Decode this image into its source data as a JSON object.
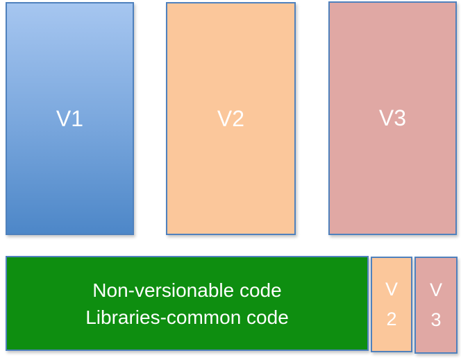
{
  "diagram": {
    "description_colors": {
      "border": "#4f81bd",
      "text": "#ffffff",
      "v1_fill_top": "#a6c6f0",
      "v1_fill_bottom": "#4d87c8",
      "v2_fill": "#fbc79b",
      "v3_fill": "#e0a8a4",
      "base_bar_fill": "#0e8e10",
      "background": "#ffffff"
    },
    "columns": [
      {
        "label": "V1"
      },
      {
        "label": "V2"
      },
      {
        "label": "V3"
      }
    ],
    "base_bar": {
      "line1": "Non-versionable code",
      "line2": "Libraries-common code"
    },
    "mini_boxes": [
      {
        "line1": "V",
        "line2": "2"
      },
      {
        "line1": "V",
        "line2": "3"
      }
    ]
  }
}
